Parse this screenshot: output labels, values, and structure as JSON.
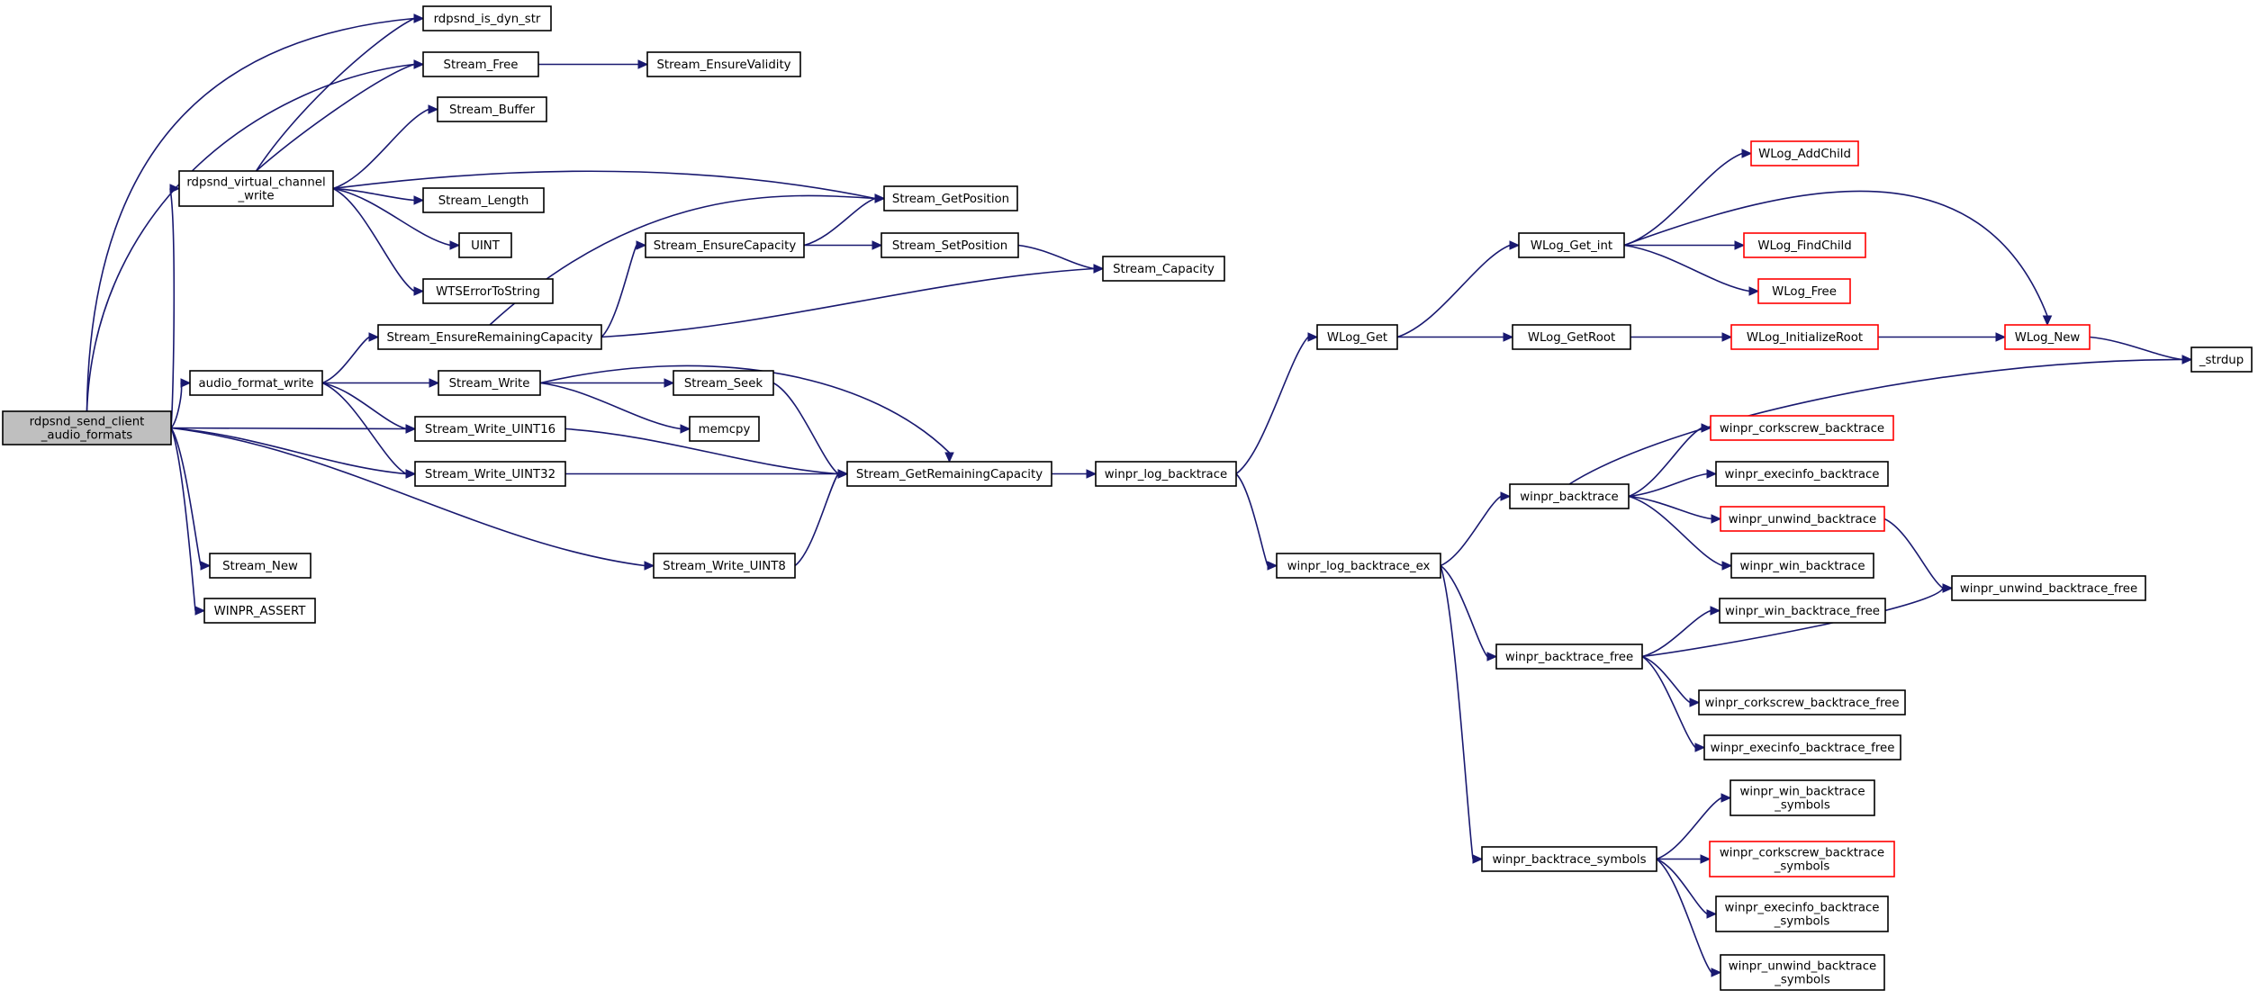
{
  "colors": {
    "edge": "#191970",
    "node_border": "#000000",
    "node_border_truncated": "#ff0000",
    "root_fill": "#bfbfbf",
    "node_fill": "#ffffff"
  },
  "nodes": [
    {
      "id": "root",
      "lines": [
        "rdpsnd_send_client",
        "_audio_formats"
      ],
      "root": true
    },
    {
      "id": "is_dyn",
      "lines": [
        "rdpsnd_is_dyn_str"
      ]
    },
    {
      "id": "free",
      "lines": [
        "Stream_Free"
      ]
    },
    {
      "id": "ensure_validity",
      "lines": [
        "Stream_EnsureValidity"
      ]
    },
    {
      "id": "buffer",
      "lines": [
        "Stream_Buffer"
      ]
    },
    {
      "id": "vcw",
      "lines": [
        "rdpsnd_virtual_channel",
        "_write"
      ]
    },
    {
      "id": "length",
      "lines": [
        "Stream_Length"
      ]
    },
    {
      "id": "uint",
      "lines": [
        "UINT"
      ]
    },
    {
      "id": "wts",
      "lines": [
        "WTSErrorToString"
      ]
    },
    {
      "id": "getpos",
      "lines": [
        "Stream_GetPosition"
      ]
    },
    {
      "id": "ensurecap",
      "lines": [
        "Stream_EnsureCapacity"
      ]
    },
    {
      "id": "setpos",
      "lines": [
        "Stream_SetPosition"
      ]
    },
    {
      "id": "capacity",
      "lines": [
        "Stream_Capacity"
      ]
    },
    {
      "id": "ensremcap",
      "lines": [
        "Stream_EnsureRemainingCapacity"
      ]
    },
    {
      "id": "afw",
      "lines": [
        "audio_format_write"
      ]
    },
    {
      "id": "swrite",
      "lines": [
        "Stream_Write"
      ]
    },
    {
      "id": "seek",
      "lines": [
        "Stream_Seek"
      ]
    },
    {
      "id": "memcpy",
      "lines": [
        "memcpy"
      ]
    },
    {
      "id": "w16",
      "lines": [
        "Stream_Write_UINT16"
      ]
    },
    {
      "id": "w32",
      "lines": [
        "Stream_Write_UINT32"
      ]
    },
    {
      "id": "getrem",
      "lines": [
        "Stream_GetRemainingCapacity"
      ]
    },
    {
      "id": "w8",
      "lines": [
        "Stream_Write_UINT8"
      ]
    },
    {
      "id": "snew",
      "lines": [
        "Stream_New"
      ]
    },
    {
      "id": "assert",
      "lines": [
        "WINPR_ASSERT"
      ]
    },
    {
      "id": "logbt",
      "lines": [
        "winpr_log_backtrace"
      ]
    },
    {
      "id": "wlogget",
      "lines": [
        "WLog_Get"
      ]
    },
    {
      "id": "wloggetint",
      "lines": [
        "WLog_Get_int"
      ]
    },
    {
      "id": "addchild",
      "lines": [
        "WLog_AddChild"
      ],
      "truncated": true
    },
    {
      "id": "findchild",
      "lines": [
        "WLog_FindChild"
      ],
      "truncated": true
    },
    {
      "id": "wlogfree",
      "lines": [
        "WLog_Free"
      ],
      "truncated": true
    },
    {
      "id": "getroot",
      "lines": [
        "WLog_GetRoot"
      ]
    },
    {
      "id": "initroot",
      "lines": [
        "WLog_InitializeRoot"
      ],
      "truncated": true
    },
    {
      "id": "wlognew",
      "lines": [
        "WLog_New"
      ],
      "truncated": true
    },
    {
      "id": "strdup",
      "lines": [
        "_strdup"
      ]
    },
    {
      "id": "logbtex",
      "lines": [
        "winpr_log_backtrace_ex"
      ]
    },
    {
      "id": "bt",
      "lines": [
        "winpr_backtrace"
      ]
    },
    {
      "id": "corkbt",
      "lines": [
        "winpr_corkscrew_backtrace"
      ],
      "truncated": true
    },
    {
      "id": "execbt",
      "lines": [
        "winpr_execinfo_backtrace"
      ]
    },
    {
      "id": "unwbt",
      "lines": [
        "winpr_unwind_backtrace"
      ],
      "truncated": true
    },
    {
      "id": "winbt",
      "lines": [
        "winpr_win_backtrace"
      ]
    },
    {
      "id": "unwfree",
      "lines": [
        "winpr_unwind_backtrace_free"
      ]
    },
    {
      "id": "btfree",
      "lines": [
        "winpr_backtrace_free"
      ]
    },
    {
      "id": "winfree",
      "lines": [
        "winpr_win_backtrace_free"
      ]
    },
    {
      "id": "corkfree",
      "lines": [
        "winpr_corkscrew_backtrace_free"
      ]
    },
    {
      "id": "execfree",
      "lines": [
        "winpr_execinfo_backtrace_free"
      ]
    },
    {
      "id": "btsym",
      "lines": [
        "winpr_backtrace_symbols"
      ]
    },
    {
      "id": "winsym",
      "lines": [
        "winpr_win_backtrace",
        "_symbols"
      ]
    },
    {
      "id": "corksym",
      "lines": [
        "winpr_corkscrew_backtrace",
        "_symbols"
      ],
      "truncated": true
    },
    {
      "id": "execsym",
      "lines": [
        "winpr_execinfo_backtrace",
        "_symbols"
      ]
    },
    {
      "id": "unwsym",
      "lines": [
        "winpr_unwind_backtrace",
        "_symbols"
      ]
    }
  ],
  "edges": [
    [
      "root",
      "is_dyn"
    ],
    [
      "root",
      "free"
    ],
    [
      "root",
      "vcw"
    ],
    [
      "root",
      "afw"
    ],
    [
      "root",
      "w16"
    ],
    [
      "root",
      "w32"
    ],
    [
      "root",
      "w8"
    ],
    [
      "root",
      "snew"
    ],
    [
      "root",
      "assert"
    ],
    [
      "free",
      "ensure_validity"
    ],
    [
      "vcw",
      "is_dyn"
    ],
    [
      "vcw",
      "free"
    ],
    [
      "vcw",
      "buffer"
    ],
    [
      "vcw",
      "getpos"
    ],
    [
      "vcw",
      "length"
    ],
    [
      "vcw",
      "uint"
    ],
    [
      "vcw",
      "wts"
    ],
    [
      "ensremcap",
      "getpos"
    ],
    [
      "ensremcap",
      "ensurecap"
    ],
    [
      "ensremcap",
      "capacity"
    ],
    [
      "ensurecap",
      "getpos"
    ],
    [
      "ensurecap",
      "setpos"
    ],
    [
      "setpos",
      "capacity"
    ],
    [
      "afw",
      "ensremcap"
    ],
    [
      "afw",
      "swrite"
    ],
    [
      "afw",
      "w16"
    ],
    [
      "afw",
      "w32"
    ],
    [
      "swrite",
      "seek"
    ],
    [
      "swrite",
      "memcpy"
    ],
    [
      "swrite",
      "getrem"
    ],
    [
      "seek",
      "getrem"
    ],
    [
      "w16",
      "getrem"
    ],
    [
      "w32",
      "getrem"
    ],
    [
      "w8",
      "getrem"
    ],
    [
      "getrem",
      "logbt"
    ],
    [
      "logbt",
      "wlogget"
    ],
    [
      "logbt",
      "logbtex"
    ],
    [
      "wlogget",
      "wloggetint"
    ],
    [
      "wlogget",
      "getroot"
    ],
    [
      "wloggetint",
      "addchild"
    ],
    [
      "wloggetint",
      "findchild"
    ],
    [
      "wloggetint",
      "wlogfree"
    ],
    [
      "wloggetint",
      "wlognew"
    ],
    [
      "getroot",
      "initroot"
    ],
    [
      "initroot",
      "wlognew"
    ],
    [
      "wlognew",
      "strdup"
    ],
    [
      "logbtex",
      "bt"
    ],
    [
      "logbtex",
      "btfree"
    ],
    [
      "logbtex",
      "btsym"
    ],
    [
      "bt",
      "strdup"
    ],
    [
      "bt",
      "corkbt"
    ],
    [
      "bt",
      "execbt"
    ],
    [
      "bt",
      "unwbt"
    ],
    [
      "bt",
      "winbt"
    ],
    [
      "unwbt",
      "unwfree"
    ],
    [
      "btfree",
      "winfree"
    ],
    [
      "btfree",
      "unwfree"
    ],
    [
      "btfree",
      "corkfree"
    ],
    [
      "btfree",
      "execfree"
    ],
    [
      "btsym",
      "winsym"
    ],
    [
      "btsym",
      "corksym"
    ],
    [
      "btsym",
      "execsym"
    ],
    [
      "btsym",
      "unwsym"
    ]
  ]
}
